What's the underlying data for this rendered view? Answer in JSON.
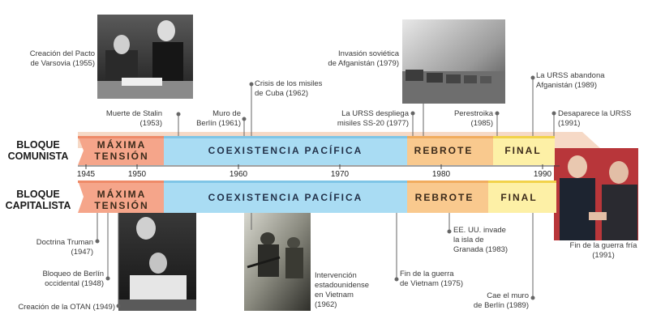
{
  "blocks": {
    "comunista": [
      "BLOQUE",
      "COMUNISTA"
    ],
    "capitalista": [
      "BLOQUE",
      "CAPITALISTA"
    ]
  },
  "axis": {
    "years": [
      "1945",
      "1950",
      "1960",
      "1970",
      "1980",
      "1990"
    ]
  },
  "phases": {
    "maxima": [
      "MÁXIMA",
      "TENSIÓN"
    ],
    "coexistencia": "COEXISTENCIA PACÍFICA",
    "rebrote": "REBROTE",
    "final": "FINAL"
  },
  "colors": {
    "maxima": "#f5a58a",
    "coexistencia": "#a9dcf3",
    "rebrote": "#f9c98e",
    "final": "#fdf0a6",
    "final_edge": "#f2d24a",
    "top_edge": "#f0c8b4"
  },
  "events_top": {
    "varsovia": [
      "Creación del Pacto",
      "de Varsovia (1955)"
    ],
    "stalin": [
      "Muerte de Stalin",
      "(1953)"
    ],
    "muro_berlin": [
      "Muro de",
      "Berlín (1961)"
    ],
    "cuba": [
      "Crisis de los misiles",
      "de Cuba (1962)"
    ],
    "afganistan": [
      "Invasión soviética",
      "de Afganistán (1979)"
    ],
    "ss20": [
      "La URSS despliega",
      "misiles SS-20 (1977)"
    ],
    "perestroika": [
      "Perestroika",
      "(1985)"
    ],
    "urss_abandona": [
      "La URSS abandona",
      "Afganistán (1989)"
    ],
    "desaparece": [
      "Desaparece la URSS",
      "(1991)"
    ]
  },
  "events_bottom": {
    "truman": [
      "Doctrina Truman",
      "(1947)"
    ],
    "bloqueo": [
      "Bloqueo de Berlín",
      "occidental (1948)"
    ],
    "otan": [
      "Creación de la OTAN (1949)"
    ],
    "vietnam_int": [
      "Intervención",
      "estadounidense",
      "en Vietnam",
      "(1962)"
    ],
    "vietnam_fin": [
      "Fin de la guerra",
      "de Vietnam (1975)"
    ],
    "granada": [
      "EE. UU. invade",
      "la isla de",
      "Granada (1983)"
    ],
    "cae_muro": [
      "Cae el muro",
      "de Berlín (1989)"
    ],
    "fin_guerra": [
      "Fin de la guerra fría",
      "(1991)"
    ]
  }
}
